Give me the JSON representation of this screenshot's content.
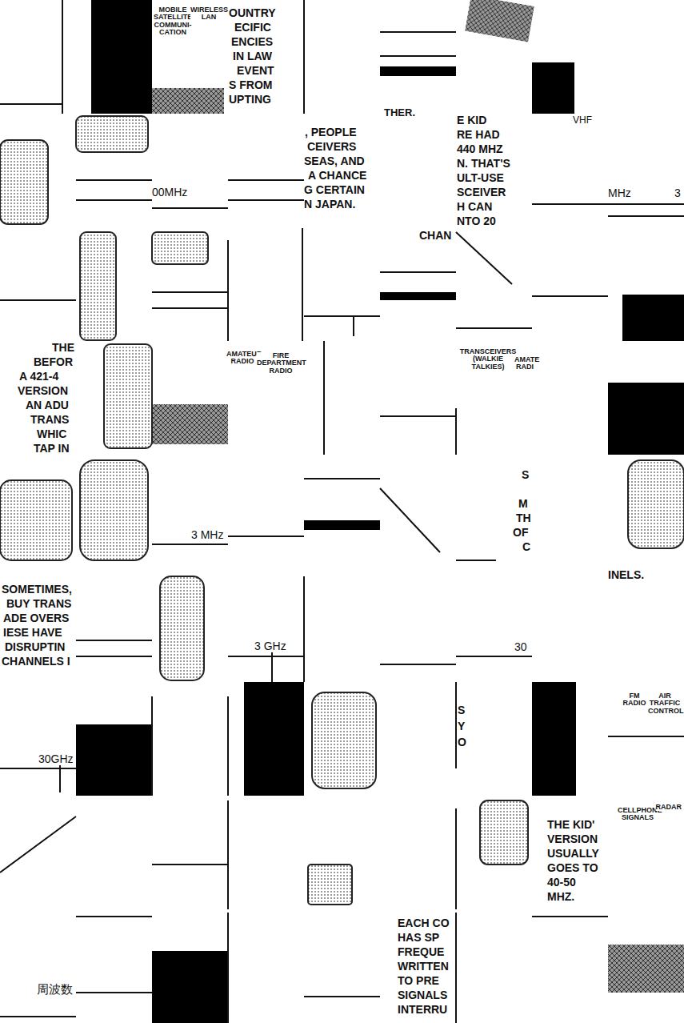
{
  "diagram": {
    "labels": [
      "MOBILE SATELLITE COMMUNI- CATION",
      "WIRELESS LAN",
      "OUNTRY",
      "ECIFIC",
      "ENCIES",
      "IN LAW",
      "EVENT",
      "S FROM",
      "UPTING",
      "THER.",
      "VHF",
      ", PEOPLE",
      "CEIVERS",
      "SEAS, AND",
      "A CHANCE",
      "G CERTAIN",
      "N JAPAN.",
      "E KID",
      "RE HAD",
      "440 MHZ",
      "N. THAT'S",
      "ULT-USE",
      "SCEIVER",
      "H CAN",
      "NTO 20",
      "00MHz",
      "MHz",
      "3",
      "CHAN",
      "THE",
      "BEFOR",
      "A 421-4",
      "VERSION",
      "AN ADU",
      "TRANS",
      "WHIC",
      "TAP IN",
      "AMATEUR RADIO",
      "FIRE DEPARTMENT RADIO",
      "TRANSCEIVERS (WALKIE TALKIES)",
      "AMATE RADI",
      "3 MHz",
      "S",
      "M",
      "TH",
      "OF",
      "C",
      "SOMETIMES,",
      "BUY TRANS",
      "ADE OVERS",
      "IESE HAVE",
      "DISRUPTIN",
      "CHANNELS I",
      "3 GHz",
      "30",
      "INELS.",
      "30GHz",
      "S",
      "Y",
      "O",
      "FM RADIO",
      "AIR TRAFFIC CONTROL",
      "THE KID'",
      "VERSION",
      "USUALLY",
      "GOES TO",
      "40-50",
      "MHZ.",
      "CELLPHONE SIGNALS",
      "RADAR",
      "周波数",
      "EACH CO",
      "HAS SP",
      "FREQUE",
      "WRITTEN",
      "TO PRE",
      "SIGNALS",
      "INTERRU"
    ]
  }
}
